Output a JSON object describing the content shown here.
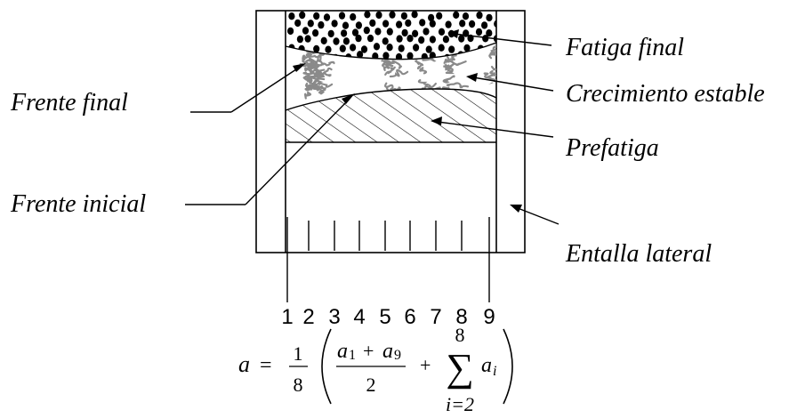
{
  "labels": {
    "fatiga_final": "Fatiga final",
    "crecimiento_estable": "Crecimiento estable",
    "prefatiga": "Prefatiga",
    "entalla_lateral": "Entalla lateral",
    "frente_final": "Frente final",
    "frente_inicial": "Frente inicial"
  },
  "measure_positions": [
    "1",
    "2",
    "3",
    "4",
    "5",
    "6",
    "7",
    "8",
    "9"
  ],
  "formula": {
    "lhs": "a",
    "equals": "=",
    "coef_num": "1",
    "coef_den": "8",
    "frac_num_a1": "a",
    "frac_num_a1_sub": "1",
    "plus1": "+",
    "frac_num_a9": "a",
    "frac_num_a9_sub": "9",
    "frac_den": "2",
    "plus2": "+",
    "sum_upper": "8",
    "sum_symbol": "∑",
    "sum_lower": "i=2",
    "term": "a",
    "term_sub": "i"
  }
}
